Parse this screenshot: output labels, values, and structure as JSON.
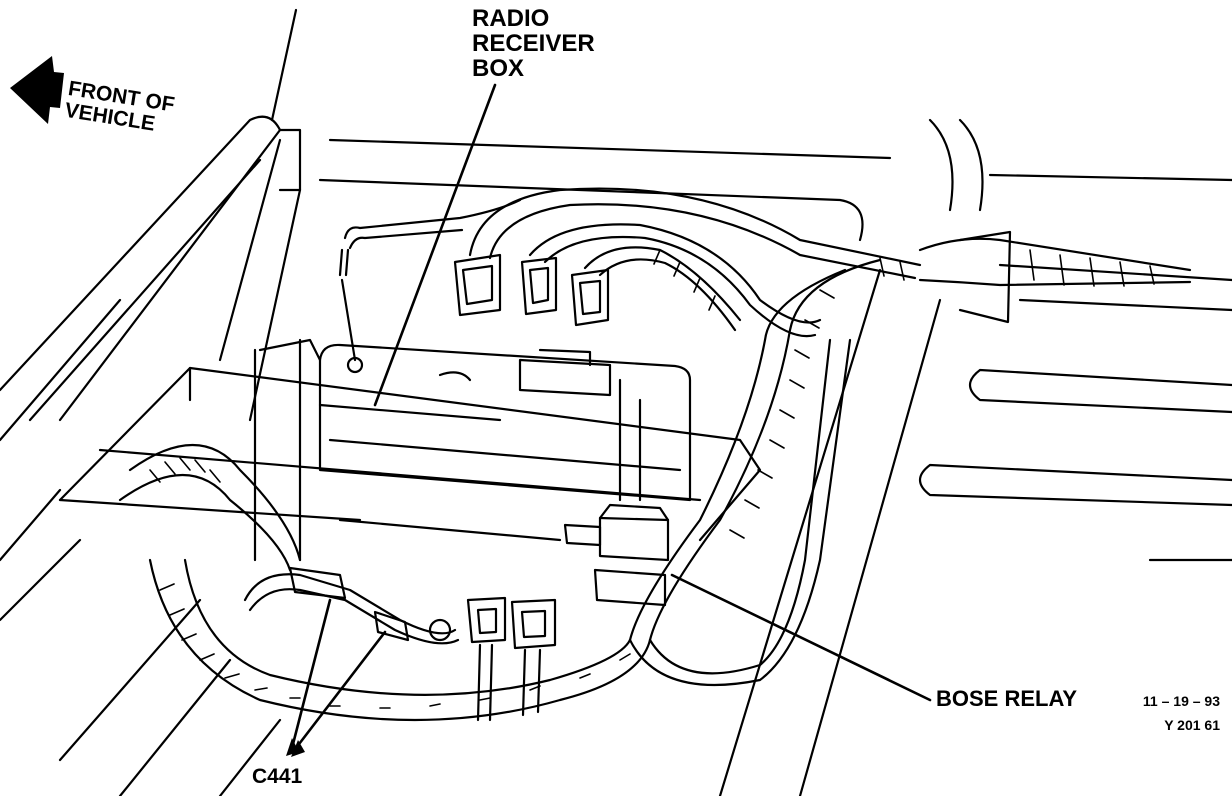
{
  "diagram": {
    "labels": {
      "radio_receiver_box": "RADIO\nRECEIVER\nBOX",
      "front_of_vehicle": "FRONT OF\nVEHICLE",
      "bose_relay": "BOSE RELAY",
      "connector": "C441",
      "date": "11 – 19 – 93",
      "figure_code": "Y 201 61"
    },
    "icons": [
      "front-arrow-icon"
    ],
    "colors": {
      "ink": "#000000",
      "paper": "#ffffff"
    }
  }
}
